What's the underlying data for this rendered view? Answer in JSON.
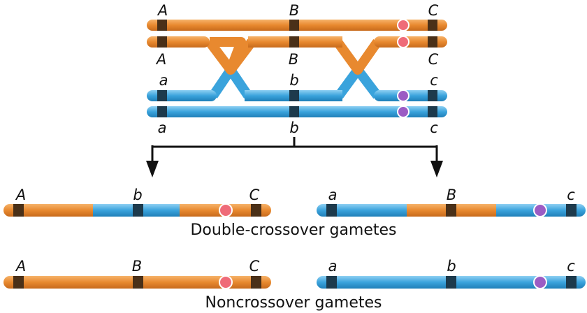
{
  "colors": {
    "maternal": "#e8892f",
    "paternal": "#3aa3dc",
    "band_orange": "#4a3018",
    "band_blue": "#1d3a4c",
    "centromere_orange": "#ef6b78",
    "centromere_blue": "#9b5cc4"
  },
  "parental": {
    "upper_labels": [
      "A",
      "B",
      "C"
    ],
    "upper_labels_lower": [
      "A",
      "B",
      "C"
    ],
    "blue_labels_upper": [
      "a",
      "b",
      "c"
    ],
    "blue_labels_lower": [
      "a",
      "b",
      "c"
    ]
  },
  "gametes": {
    "double_left": [
      "A",
      "b",
      "C"
    ],
    "double_right": [
      "a",
      "B",
      "c"
    ],
    "non_left": [
      "A",
      "B",
      "C"
    ],
    "non_right": [
      "a",
      "b",
      "c"
    ],
    "double_caption": "Double-crossover gametes",
    "non_caption": "Noncrossover gametes"
  }
}
